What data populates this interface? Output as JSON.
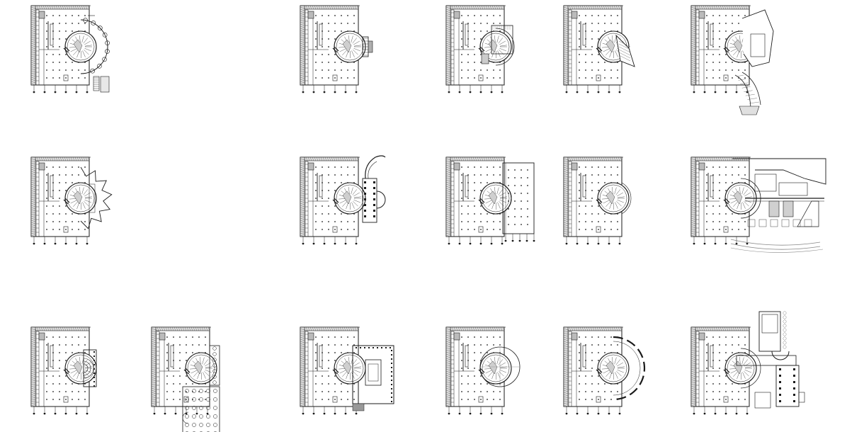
{
  "sheet": {
    "background": "#ffffff",
    "ink": "#1a1a1a",
    "hatch": "#555555",
    "light": "#888888"
  },
  "rows": [
    {
      "plans": [
        {
          "variant": "scalloped-circle-with-stair"
        },
        {
          "variant": "none"
        },
        {
          "variant": "small-portico"
        },
        {
          "variant": "square-frame-addition"
        },
        {
          "variant": "fan-wedge"
        },
        {
          "variant": "irregular-block-with-curved-ramp"
        }
      ]
    },
    {
      "plans": [
        {
          "variant": "star-addition"
        },
        {
          "variant": "none"
        },
        {
          "variant": "basilica-with-arc"
        },
        {
          "variant": "split-plan"
        },
        {
          "variant": "none-small"
        },
        {
          "variant": "large-complex-with-grid"
        }
      ]
    },
    {
      "plans": [
        {
          "variant": "concentric-semicircle"
        },
        {
          "variant": "colonnaded-court-extension"
        },
        {
          "variant": "walled-courtyard"
        },
        {
          "variant": "circle-overlay"
        },
        {
          "variant": "ring-of-arcs"
        },
        {
          "variant": "large-axial-complex"
        }
      ]
    }
  ]
}
